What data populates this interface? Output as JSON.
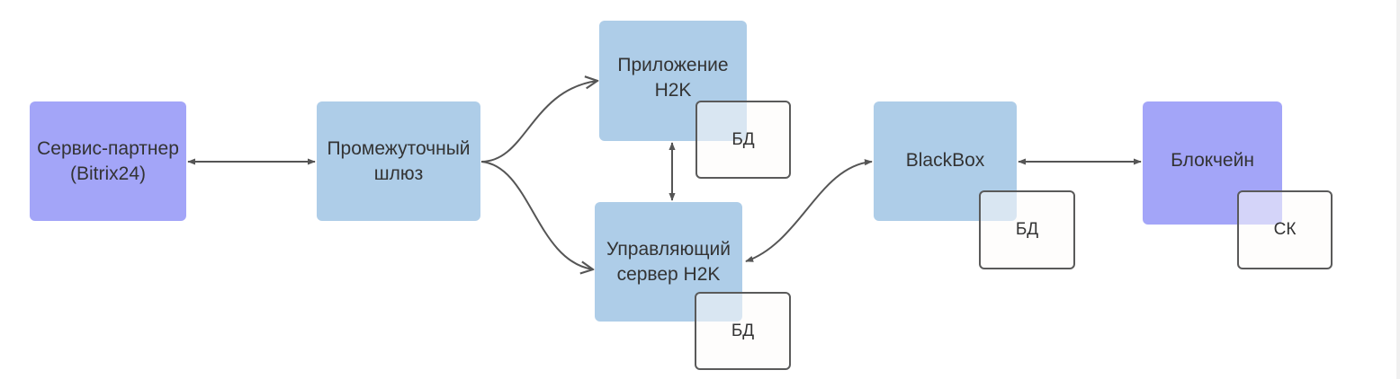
{
  "nodes": {
    "partner": "Сервис-партнер\n(Bitrix24)",
    "gateway": "Промежуточный\nшлюз",
    "app": "Приложение\nH2K",
    "server": "Управляющий\nсервер H2K",
    "blackbox": "BlackBox",
    "blockchain": "Блокчейн"
  },
  "stores": {
    "app_db": "БД",
    "server_db": "БД",
    "blackbox_db": "БД",
    "blockchain_sc": "СК"
  },
  "colors": {
    "purple_node": "#a3a5f8",
    "blue_node": "#aecde8",
    "arrow": "#555555",
    "store_border": "#5a5a5a"
  }
}
